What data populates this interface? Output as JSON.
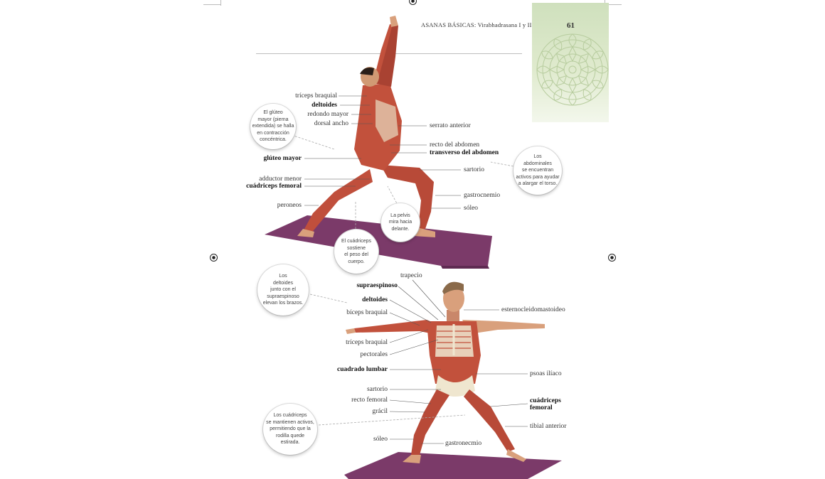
{
  "header": {
    "running_title": "ASANAS BÁSICAS: Virabhadrasana I y II",
    "page_number": "61"
  },
  "figure1": {
    "labels_left": [
      {
        "id": "triceps",
        "text": "tríceps braquial",
        "bold": false
      },
      {
        "id": "deltoides",
        "text": "deltoides",
        "bold": true
      },
      {
        "id": "redondo",
        "text": "redondo mayor",
        "bold": false
      },
      {
        "id": "dorsal",
        "text": "dorsal ancho",
        "bold": false
      },
      {
        "id": "gluteo",
        "text": "glúteo mayor",
        "bold": true
      },
      {
        "id": "adductor",
        "text": "adductor menor",
        "bold": false
      },
      {
        "id": "cuadriceps",
        "text": "cuádriceps femoral",
        "bold": true
      },
      {
        "id": "peroneos",
        "text": "peroneos",
        "bold": false
      }
    ],
    "labels_right": [
      {
        "id": "serrato",
        "text": "serrato anterior",
        "bold": false
      },
      {
        "id": "recto",
        "text": "recto del abdomen",
        "bold": false
      },
      {
        "id": "transverso",
        "text": "transverso del abdomen",
        "bold": true
      },
      {
        "id": "sartorio",
        "text": "sartorio",
        "bold": false
      },
      {
        "id": "gastrocnemio",
        "text": "gastrocnemio",
        "bold": false
      },
      {
        "id": "soleo",
        "text": "sóleo",
        "bold": false
      }
    ],
    "callouts": {
      "gluteo": "El glúteo\nmayor (pierna\nextendida) se halla\nen contracción\nconcéntrica.",
      "abdominales": "Los\nabdominales\nse encuentran\nactivos para ayudar\na alargar el torso.",
      "pelvis": "La pelvis\nmira hacia\ndelante.",
      "cuadriceps": "El cuádriceps\nsostiene\nel peso del\ncuerpo."
    }
  },
  "figure2": {
    "labels_left": [
      {
        "id": "trapecio",
        "text": "trapecio",
        "bold": false
      },
      {
        "id": "supraespinoso",
        "text": "supraespinoso",
        "bold": true
      },
      {
        "id": "deltoides2",
        "text": "deltoides",
        "bold": true
      },
      {
        "id": "biceps",
        "text": "bíceps braquial",
        "bold": false
      },
      {
        "id": "triceps2",
        "text": "tríceps braquial",
        "bold": false
      },
      {
        "id": "pectorales",
        "text": "pectorales",
        "bold": false
      },
      {
        "id": "cuadrado",
        "text": "cuadrado lumbar",
        "bold": true
      },
      {
        "id": "sartorio2",
        "text": "sartorio",
        "bold": false
      },
      {
        "id": "rectofemoral",
        "text": "recto femoral",
        "bold": false
      },
      {
        "id": "gracil",
        "text": "grácil",
        "bold": false
      },
      {
        "id": "soleo2",
        "text": "sóleo",
        "bold": false
      }
    ],
    "labels_right": [
      {
        "id": "esterno",
        "text": "esternocleidomastoideo",
        "bold": false
      },
      {
        "id": "psoas",
        "text": "psoas ilíaco",
        "bold": false
      },
      {
        "id": "cuadriceps2a",
        "text": "cuádriceps",
        "bold": true
      },
      {
        "id": "cuadriceps2b",
        "text": "femoral",
        "bold": true
      },
      {
        "id": "tibial",
        "text": "tibial anterior",
        "bold": false
      },
      {
        "id": "gastronecmio",
        "text": "gastronecmio",
        "bold": false
      }
    ],
    "callouts": {
      "deltoides": "Los\ndeltoides\njunto con el\nsupraespinoso\nelevan los brazos.",
      "cuadriceps": "Los cuádriceps\nse mantienen activos,\npermitiendo que la\nrodilla quede\nestirada."
    }
  },
  "colors": {
    "mat": "#7a3a68",
    "muscle": "#c8553f",
    "tab_green": "#cfe0bd",
    "skin": "#d9a07c"
  }
}
